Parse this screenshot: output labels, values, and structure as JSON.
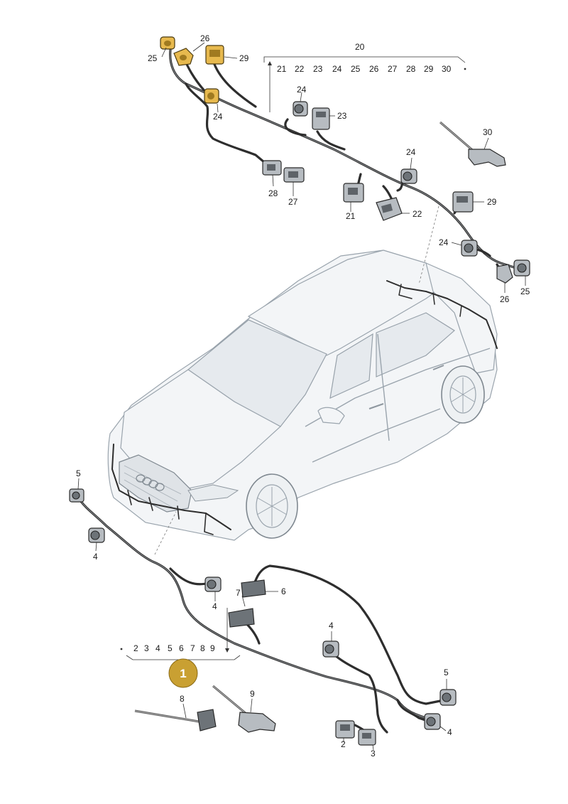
{
  "top_group": {
    "ref": "20",
    "items": [
      "21",
      "22",
      "23",
      "24",
      "25",
      "26",
      "27",
      "28",
      "29",
      "30"
    ]
  },
  "bottom_group": {
    "items": [
      "2",
      "3",
      "4",
      "5",
      "6",
      "7",
      "8",
      "9"
    ]
  },
  "badge": "1",
  "labels": {
    "l25a": "25",
    "l26a": "26",
    "l29a": "29",
    "l24a": "24",
    "l24b": "24",
    "l23": "23",
    "l30": "30",
    "l24c": "24",
    "l28": "28",
    "l27": "27",
    "l21": "21",
    "l22": "22",
    "l29b": "29",
    "l24d": "24",
    "l25b": "25",
    "l26b": "26",
    "l5a": "5",
    "l4a": "4",
    "l4b": "4",
    "l7": "7",
    "l6": "6",
    "l4c": "4",
    "l5b": "5",
    "l4d": "4",
    "l8": "8",
    "l9": "9",
    "l2": "2",
    "l3": "3"
  },
  "colors": {
    "highlight": "#e7b94e",
    "badge": "#c9a032",
    "line": "#2e2e2e"
  }
}
